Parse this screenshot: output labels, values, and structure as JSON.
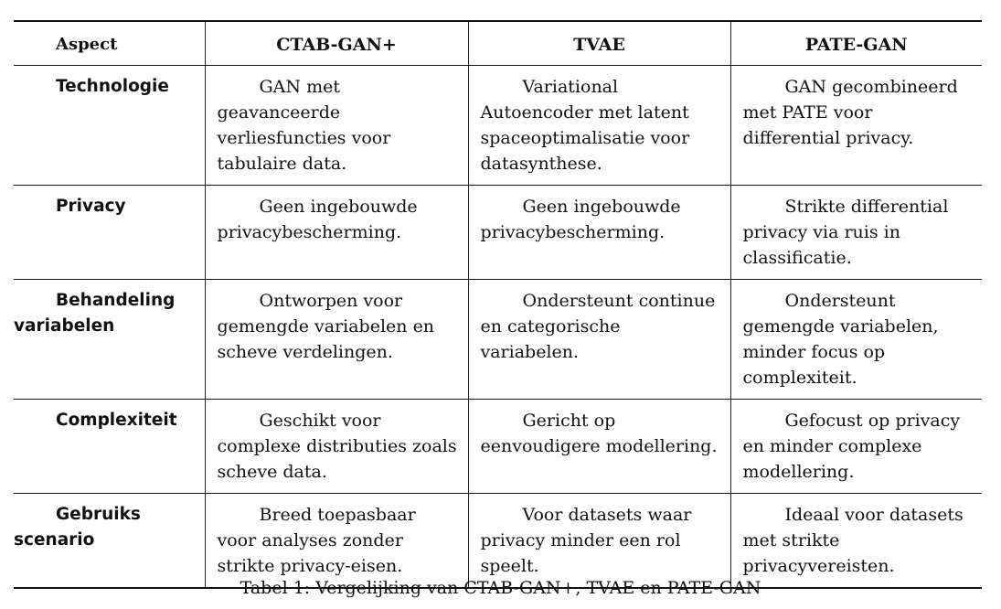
{
  "table": {
    "headers": [
      "Aspect",
      "CTAB-GAN+",
      "TVAE",
      "PATE-GAN"
    ],
    "rows": [
      {
        "aspect": "Technologie",
        "cells": [
          "GAN met geavanceerde verliesfuncties voor tabulaire data.",
          "Variational Autoencoder met latent spaceoptimalisatie voor datasynthese.",
          "GAN gecombineerd met PATE voor differential privacy."
        ]
      },
      {
        "aspect": "Privacy",
        "cells": [
          "Geen ingebouwde privacybescherming.",
          "Geen ingebouwde privacybescherming.",
          "Strikte differential privacy via ruis in classificatie."
        ]
      },
      {
        "aspect": "Behandeling variabelen",
        "cells": [
          "Ontworpen voor gemengde variabelen en scheve verdelingen.",
          "Ondersteunt continue en categorische variabelen.",
          "Ondersteunt gemengde variabelen, minder focus op complexiteit."
        ]
      },
      {
        "aspect": "Complexiteit",
        "cells": [
          "Geschikt voor complexe distributies zoals scheve data.",
          "Gericht op eenvoudigere modellering.",
          "Gefocust op privacy en minder complexe modellering."
        ]
      },
      {
        "aspect": "Gebruiks scenario",
        "cells": [
          "Breed toepasbaar voor analyses zonder strikte privacy-eisen.",
          "Voor datasets waar privacy minder een rol speelt.",
          "Ideaal voor datasets met strikte privacyvereisten."
        ]
      }
    ]
  },
  "caption": "Tabel 1: Vergelijking van CTAB-GAN+, TVAE en PATE-GAN"
}
